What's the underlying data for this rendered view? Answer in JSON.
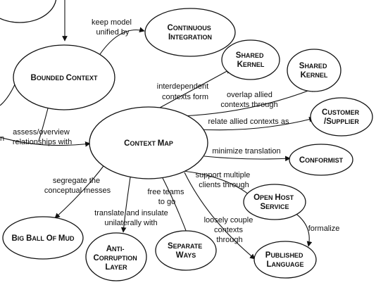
{
  "nodes": {
    "bounded_context": [
      "Bounded Context"
    ],
    "continuous_integration": [
      "Continuous",
      "Integration"
    ],
    "context_map": [
      "Context Map"
    ],
    "shared_kernel_1": [
      "Shared",
      "Kernel"
    ],
    "shared_kernel_2": [
      "Shared",
      "Kernel"
    ],
    "customer_supplier": [
      "Customer",
      "/Supplier"
    ],
    "conformist": [
      "Conformist"
    ],
    "open_host_service": [
      "Open Host",
      "Service"
    ],
    "published_language": [
      "Published",
      "Language"
    ],
    "separate_ways": [
      "Separate",
      "Ways"
    ],
    "anticorruption_layer": [
      "Anti-",
      "corruption",
      "Layer"
    ],
    "big_ball_of_mud": [
      "Big Ball of Mud"
    ]
  },
  "edge_labels": {
    "keep_model_unified": [
      "keep model",
      "unified by"
    ],
    "assess_overview": [
      "assess/overview",
      "relationships with"
    ],
    "edge_cut_left": [
      "n"
    ],
    "interdependent": [
      "interdependent",
      "contexts form"
    ],
    "overlap_allied": [
      "overlap allied",
      "contexts through"
    ],
    "relate_allied": [
      "relate allied contexts as"
    ],
    "minimize_translation": [
      "minimize translation"
    ],
    "support_multiple": [
      "support multiple",
      "clients through"
    ],
    "formalize": [
      "formalize"
    ],
    "loosely_couple": [
      "loosely couple",
      "contexts",
      "through"
    ],
    "free_teams": [
      "free teams",
      "to go"
    ],
    "translate_insulate": [
      "translate and insulate",
      "unilaterally with"
    ],
    "segregate": [
      "segregate the",
      "conceptual messes"
    ]
  }
}
